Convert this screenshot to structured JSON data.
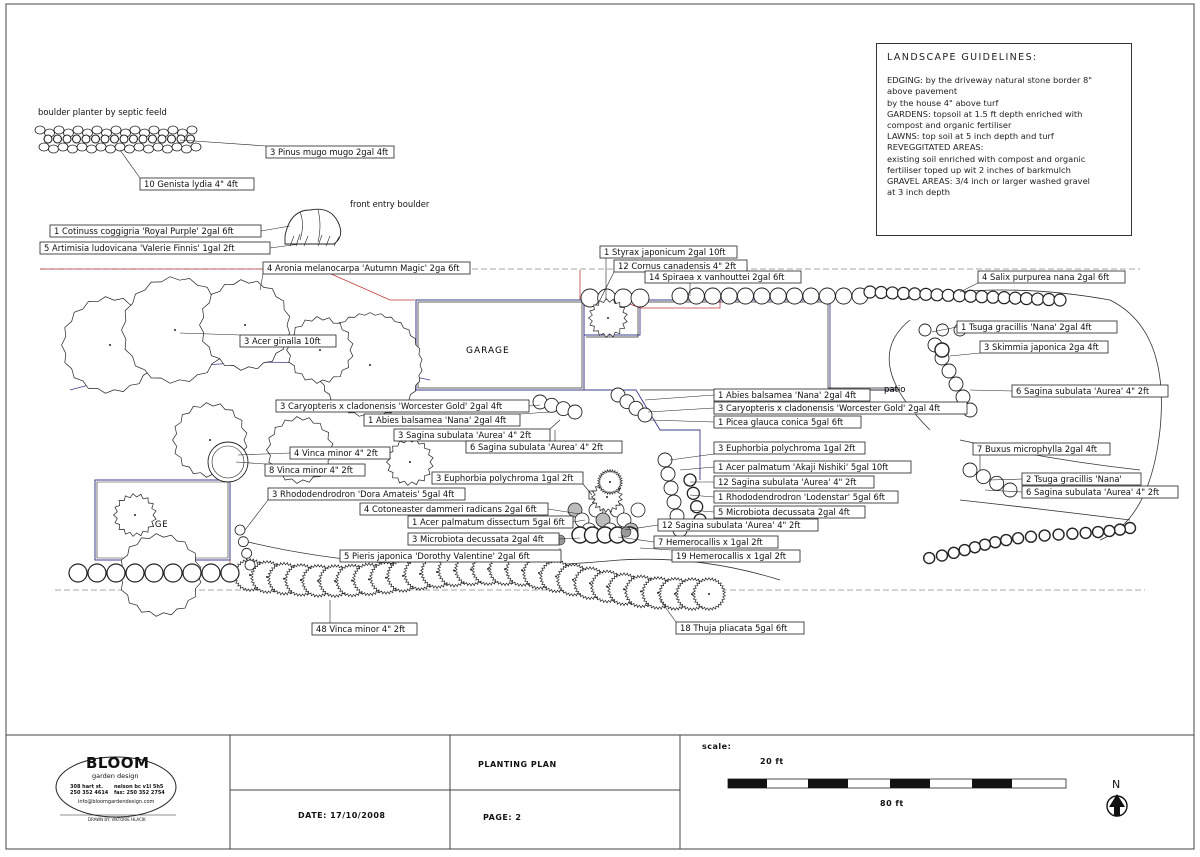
{
  "header_notes": {
    "boulder_planter": "boulder planter by septic feeld",
    "front_entry": "front entry boulder",
    "garage_top": "GARAGE",
    "garage_left": "GARAGE",
    "patio": "patio"
  },
  "guidelines": {
    "title": "LANDSCAPE GUIDELINES:",
    "lines": [
      "EDGING:  by the driveway natural stone border 8\"",
      "above pavement",
      "by the house 4\" above turf",
      "GARDENS: topsoil at 1.5 ft depth enriched with",
      "compost and organic fertiliser",
      "LAWNS: top soil at 5 inch depth and turf",
      "REVEGGITATED AREAS:",
      "existing soil enriched with compost and organic",
      "fertiliser toped up wit 2 inches of barkmulch",
      "GRAVEL AREAS: 3/4 inch or larger washed gravel",
      "at 3 inch depth"
    ]
  },
  "plant_labels": [
    "3 Pinus mugo mugo 2gal 4ft",
    "10 Genista lydia 4\" 4ft",
    "1 Cotinuss coggigria 'Royal Purple' 2gal 6ft",
    "5 Artimisia ludovicana 'Valerie Finnis' 1gal 2ft",
    "4 Aronia melanocarpa 'Autumn Magic' 2ga 6ft",
    "3 Acer ginalla 10ft",
    "1 Styrax japonicum 2gal 10ft",
    "12 Cornus canadensis 4\" 2ft",
    "14 Spiraea x vanhouttei 2gal 6ft",
    "4 Salix purpurea nana 2gal 6ft",
    "1 Tsuga gracillis 'Nana' 2gal 4ft",
    "3 Skimmia japonica 2ga 4ft",
    "6 Sagina subulata 'Aurea' 4\" 2ft",
    "1 Abies balsamea 'Nana' 2gal 4ft",
    "3 Caryopteris x cladonensis 'Worcester Gold' 2gal 4ft",
    "1 Picea glauca conica 5gal 6ft",
    "3 Caryopteris x cladonensis 'Worcester Gold' 2gal 4ft",
    "1 Abies balsamea 'Nana' 2gal 4ft",
    "3 Sagina subulata 'Aurea' 4\" 2ft",
    "6 Sagina subulata 'Aurea' 4\" 2ft",
    "3 Euphorbia polychroma 1gal 2ft",
    "4 Vinca minor 4\" 2ft",
    "8 Vinca minor 4\" 2ft",
    "7 Buxus microphylla 2gal 4ft",
    "1 Acer palmatum 'Akaji Nishiki' 5gal 10ft",
    "3 Euphorbia polychroma 1gal 2ft",
    "12 Sagina subulata 'Aurea' 4\" 2ft",
    "2 Tsuga gracillis 'Nana'",
    "3 Rhododendrodron 'Dora Amateis' 5gal 4ft",
    "1 Rhododendrodron 'Lodenstar' 5gal 6ft",
    "6 Sagina subulata 'Aurea' 4\" 2ft",
    "4 Cotoneaster dammeri radicans 2gal 6ft",
    "5 Microbiota decussata 2gal 4ft",
    "1 Acer palmatum dissectum 5gal 6ft",
    "12 Sagina subulata 'Aurea' 4\" 2ft",
    "3 Microbiota decussata 2gal 4ft",
    "7 Hemerocallis x 1gal 2ft",
    "5 Pieris japonica 'Dorothy Valentine' 2gal 6ft",
    "19 Hemerocallis x 1gal 2ft",
    "48 Vinca minor 4\" 2ft",
    "18 Thuja pliacata 5gal 6ft"
  ],
  "title_block": {
    "company": "BLOOM",
    "company_sub": "garden design",
    "addr_left": "308 hart st.",
    "phone_left": "250 352 4614",
    "addr_right": "nelson bc v1l 5h5",
    "phone_right": "fax: 250 352 2754",
    "email": "info@bloomgardendesign.com",
    "drawn_by": "DRAWN BY: VIKTORIE HLACIK",
    "plan_title": "PLANTING PLAN",
    "date": "DATE: 17/10/2008",
    "page": "PAGE: 2",
    "scale_label": "scale:",
    "scale_20": "20 ft",
    "scale_80": "80 ft",
    "north": "N"
  },
  "colors": {
    "line": "#222222",
    "boundary_red": "#c0393b",
    "boundary_blue": "#3b3c8c"
  }
}
